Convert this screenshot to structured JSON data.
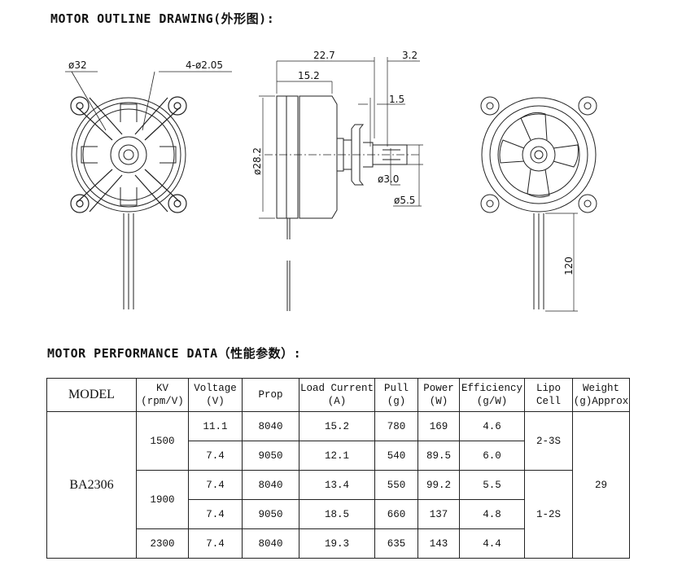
{
  "section1_title": "MOTOR OUTLINE DRAWING(外形图):",
  "section2_title": "MOTOR PERFORMANCE DATA（性能参数）:",
  "drawing": {
    "front_d": "ø32",
    "holes": "4-ø2.05",
    "len_total": "22.7",
    "len_shaft_tip": "3.2",
    "len_body": "15.2",
    "len_1_5": "1.5",
    "dia_body": "ø28.2",
    "dia_shaft": "ø3.0",
    "dia_collar": "ø5.5",
    "lead_len": "120"
  },
  "table": {
    "headers": [
      [
        "MODEL"
      ],
      [
        "KV",
        "(rpm/V)"
      ],
      [
        "Voltage",
        "(V)"
      ],
      [
        "Prop"
      ],
      [
        "Load Current",
        "(A)"
      ],
      [
        "Pull",
        "(g)"
      ],
      [
        "Power",
        "(W)"
      ],
      [
        "Efficiency",
        "(g/W)"
      ],
      [
        "Lipo",
        "Cell"
      ],
      [
        "Weight",
        "(g)Approx"
      ]
    ],
    "model": "BA2306",
    "weight": "29",
    "kv": [
      "1500",
      "1900",
      "2300"
    ],
    "lipo": [
      "2-3S",
      "1-2S"
    ],
    "rows": [
      {
        "voltage": "11.1",
        "prop": "8040",
        "current": "15.2",
        "pull": "780",
        "power": "169",
        "eff": "4.6"
      },
      {
        "voltage": "7.4",
        "prop": "9050",
        "current": "12.1",
        "pull": "540",
        "power": "89.5",
        "eff": "6.0"
      },
      {
        "voltage": "7.4",
        "prop": "8040",
        "current": "13.4",
        "pull": "550",
        "power": "99.2",
        "eff": "5.5"
      },
      {
        "voltage": "7.4",
        "prop": "9050",
        "current": "18.5",
        "pull": "660",
        "power": "137",
        "eff": "4.8"
      },
      {
        "voltage": "7.4",
        "prop": "8040",
        "current": "19.3",
        "pull": "635",
        "power": "143",
        "eff": "4.4"
      }
    ]
  }
}
